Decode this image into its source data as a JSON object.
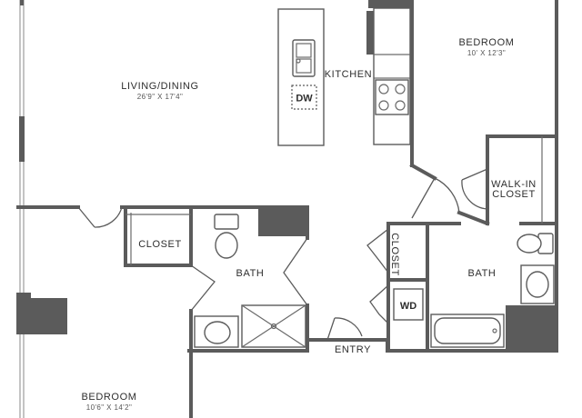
{
  "rooms": {
    "living_dining": {
      "name": "LIVING/DINING",
      "dims": "26'9\" X 17'4\""
    },
    "kitchen": {
      "name": "KITCHEN"
    },
    "bedroom_upper": {
      "name": "BEDROOM",
      "dims": "10' X 12'3\""
    },
    "walk_in_closet": {
      "line1": "WALK-IN",
      "line2": "CLOSET"
    },
    "closet_left": {
      "name": "CLOSET"
    },
    "bath_left": {
      "name": "BATH"
    },
    "closet_hall": {
      "name": "CLOSET"
    },
    "washer_dryer": {
      "name": "WD"
    },
    "bath_right": {
      "name": "BATH"
    },
    "entry": {
      "name": "ENTRY"
    },
    "bedroom_lower": {
      "name": "BEDROOM",
      "dims": "10'6\" X 14'2\""
    }
  },
  "fixtures": {
    "dishwasher": {
      "name": "DW"
    }
  }
}
